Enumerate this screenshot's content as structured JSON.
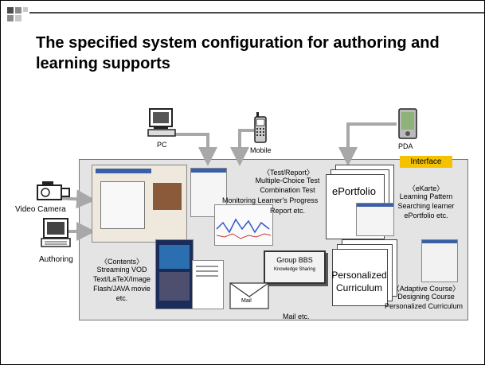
{
  "title": "The specified system configuration for authoring and learning supports",
  "devices": {
    "pc": "PC",
    "mobile": "Mobile",
    "pda": "PDA",
    "video_camera": "Video Camera",
    "authoring": "Authoring"
  },
  "interface_label": "Interface",
  "test_report": {
    "heading": "〈Test/Report〉",
    "items": [
      "Multiple-Choice Test",
      "Combination Test",
      "Monitoring Learner's Progress",
      "Report etc."
    ]
  },
  "eportfolio_label": "ePortfolio",
  "ekarte": {
    "heading": "〈eKarte〉",
    "items": [
      "Learning Pattern",
      "Searching learner",
      "ePortfolio etc."
    ]
  },
  "contents": {
    "heading": "〈Contents〉",
    "items": [
      "Streaming VOD",
      "Text/LaTeX/Image",
      "Flash/JAVA movie",
      "etc."
    ]
  },
  "group_bbs": {
    "title": "Group BBS",
    "subtitle": "Knowledge Sharing"
  },
  "mail_label": "Mail",
  "mail_etc": "Mail etc.",
  "personalized_curriculum": [
    "Personalized",
    "Curriculum"
  ],
  "adaptive_course": {
    "heading": "〈Adaptive Course〉",
    "items": [
      "Designing Course",
      "Personalized Curriculum"
    ]
  },
  "colors": {
    "interface_bg": "#f3c200",
    "panel_bg": "#e4e4e4",
    "arrow": "#a8a8a8"
  }
}
